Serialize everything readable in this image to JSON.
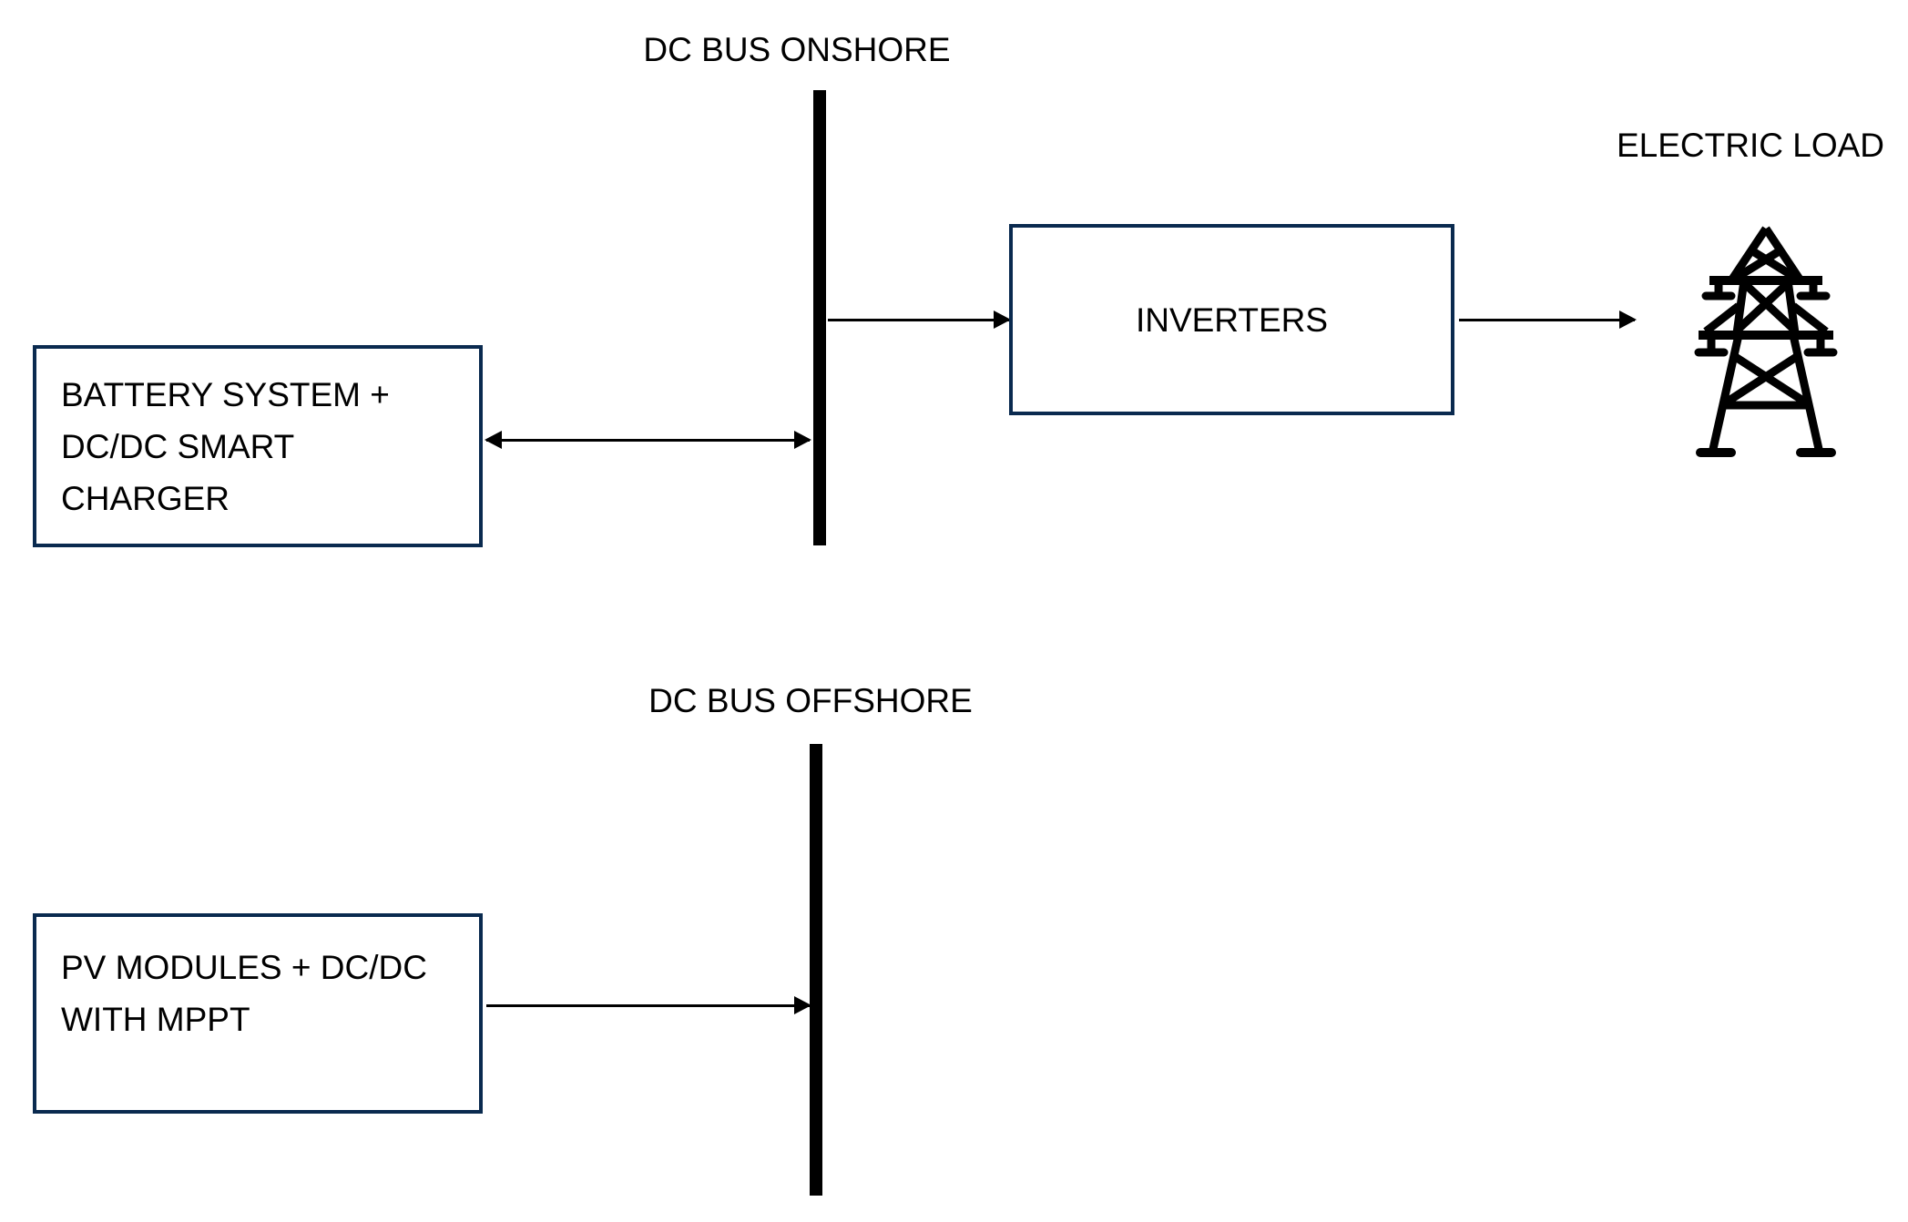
{
  "colors": {
    "accent_border": "#0A2A4F",
    "line": "#000000",
    "background": "#FFFFFF",
    "text": "#000000"
  },
  "onshore": {
    "bus_label": "DC BUS ONSHORE",
    "battery_box": {
      "lines": [
        "BATTERY SYSTEM +",
        "DC/DC SMART",
        "CHARGER"
      ]
    },
    "inverters_box": {
      "label": "INVERTERS"
    },
    "load": {
      "label": "ELECTRIC LOAD",
      "icon": "transmission-tower-icon"
    }
  },
  "offshore": {
    "bus_label": "DC BUS OFFSHORE",
    "pv_box": {
      "lines": [
        "PV MODULES + DC/DC",
        "WITH MPPT"
      ]
    }
  }
}
